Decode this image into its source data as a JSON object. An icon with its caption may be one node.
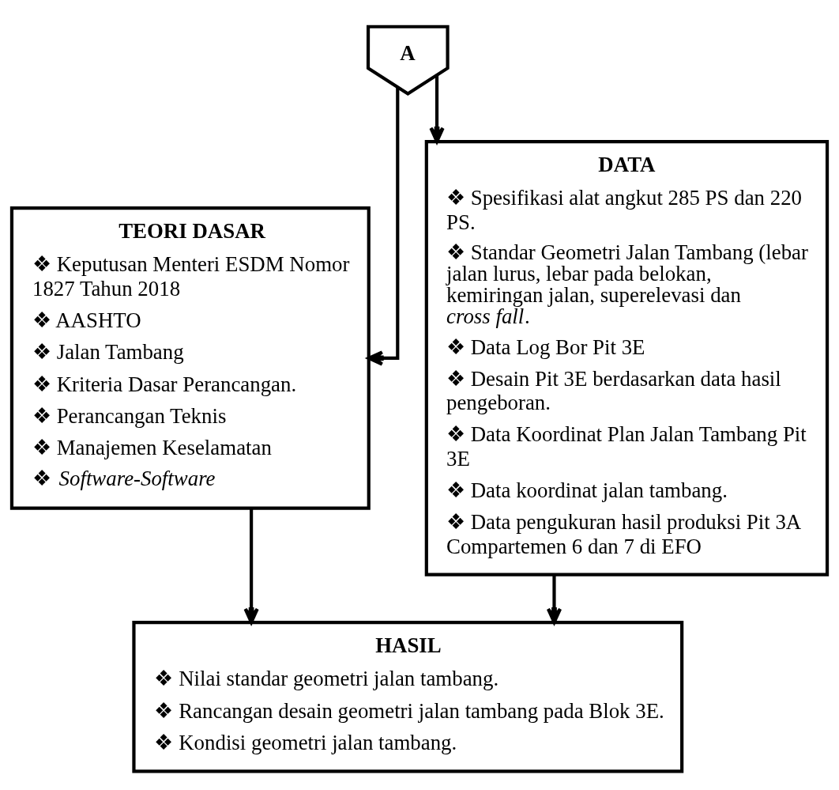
{
  "diagram": {
    "nodes": [
      {
        "text": [
          "A"
        ]
      },
      {
        "text": [
          "TEORI DASAR",
          "❖ Keputusan Menteri ESDM Nomor 1827 Tahun 2018",
          "❖ AASHTO",
          "❖ Jalan Tambang",
          "❖ Kriteria Dasar Perancangan.",
          "❖ Perancangan Teknis",
          "❖ Manajemen Keselamatan",
          "❖ *Software-Software*"
        ]
      },
      {
        "text": [
          "DATA",
          "❖ Spesifikasi alat angkut 285 PS dan 220 PS.",
          "❖ Standar Geometri Jalan Tambang (lebar jalan lurus, lebar pada belokan, kemiringan jalan, superelevasi dan *cross fall*.",
          "❖ Data Log Bor Pit 3E",
          "❖ Desain Pit 3E berdasarkan data hasil pengeboran.",
          "❖ Data Koordinat Plan Jalan Tambang Pit 3E",
          "❖ Data koordinat jalan tambang.",
          "❖ Data pengukuran hasil produksi Pit 3A Compartemen 6 dan 7 di EFO"
        ]
      },
      {
        "text": [
          "HASIL",
          "❖ Nilai standar geometri jalan tambang.",
          "❖ Rancangan desain geometri jalan tambang pada Blok 3E.",
          "❖ Kondisi geometri jalan tambang."
        ]
      }
    ],
    "edges": [
      {
        "from": 0,
        "to": 1,
        "arrow": "to"
      },
      {
        "from": 0,
        "to": 2,
        "arrow": "to"
      },
      {
        "from": 1,
        "to": 3,
        "arrow": "to"
      },
      {
        "from": 2,
        "to": 3,
        "arrow": "to"
      }
    ]
  }
}
